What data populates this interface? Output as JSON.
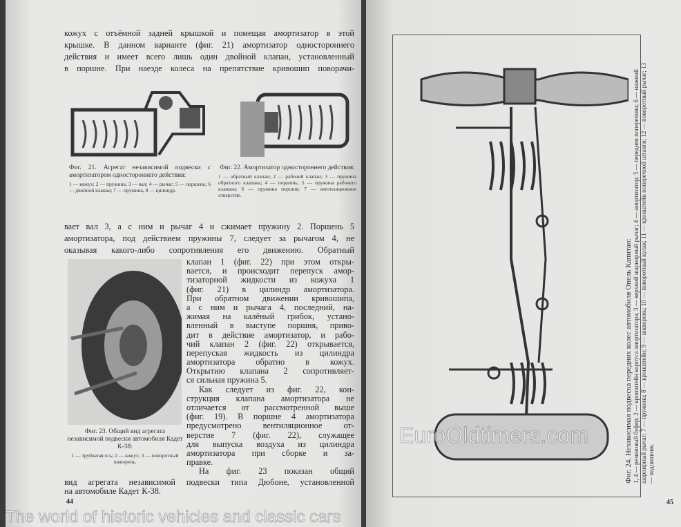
{
  "left_page": {
    "paragraph_1": [
      "кожух с отъёмной задней крышкой и помещая амортизатор в этой",
      "крышке. В данном варианте (фиг. 21) амортизатор одностороннего",
      "действия и имеет всего лишь один двойной клапан, установленный",
      "в поршне. При наезде колеса на препятствие кривошип поворачи-"
    ],
    "fig21": {
      "title": "Фиг. 21. Агрегат независимой подвески с амортизатором одностороннего действия:",
      "legend": "1 — кожух; 2 — пружина; 3 — вал; 4 — рычаг; 5 — поршень; 6 — двойной клапан; 7 — пружина, 8 — цилиндр."
    },
    "fig22": {
      "title": "Фиг. 22. Амортизатор одностороннего действия:",
      "legend": "1 — обратный клапан; 2 — рабочий клапан; 3 — пружина обратного клапана; 4 — поршень; 5 — пружина рабочего клапана; 6 — пружина поршня; 7 — вентиляционное отверстие."
    },
    "paragraph_2": [
      "вает вал 3, а с ним и рычаг 4 и сжимает пружину 2. Поршень 5",
      "амортизатора, под действием пружины 7, следует за рычагом 4, не",
      "оказывая какого-либо сопротивления его движению. Обратный"
    ],
    "paragraph_3": [
      "клапан 1 (фиг. 22) при этом откры-",
      "вается, и происходит перепуск амор-",
      "тизаторной жидкости из кожуха 1",
      "(фиг. 21) в цилиндр амортизатора.",
      "При обратном движении кривошипа,",
      "а с ним и рычага 4, последний, на-",
      "жимая на калёный грибок, устано-",
      "вленный в выступе поршня, приво-",
      "дит в действие амортизатор, и рабо-",
      "чий клапан 2 (фиг. 22) открывается,",
      "перепуская жидкость из цилиндра",
      "амортизатора обратно в кожух.",
      "Открытию клапана 2 сопротивляет-",
      "ся сильная пружина 5."
    ],
    "paragraph_4": [
      "Как следует из фиг. 22, кон-",
      "струкция клапана амортизатора не",
      "отличается от рассмотренной выше",
      "(фиг. 19). В поршне 4 амортизатора",
      "предусмотрено вентиляционное от-",
      "верстие 7 (фиг. 22), служащее",
      "для выпуска воздуха из цилиндра",
      "амортизатора при сборке и за-",
      "правке."
    ],
    "paragraph_5": [
      "На фиг. 23 показан общий",
      "вид агрегата независимой подвески типа Дюбоне, установленной",
      "на автомобиле Кадет К-38."
    ],
    "fig23": {
      "title": "Фиг. 23. Общий вид агрегата независимой подвески автомобиля Кадет К-38:",
      "legend": "1 — трубчатая ось; 2 — кожух; 3 — поворотный шкворень."
    },
    "page_number": "44"
  },
  "right_page": {
    "fig24": {
      "title": "Фиг. 24. Независимая подвеска передних колес автомобиля Опель Капитан:",
      "legend": "1, 4 — резиновый буфер; 2 — кронштейн корпуса амортизатора; 3 — верхний шарнирный рычаг; 4 — амортизатор; 5 — передняя поперечина; 6 — нижний шарнирный рычаг; 7 — пружина; 8 — кронштейн; 9 — шкворень; 10 — поворотный кулак; 11 — кронштейн поперечной штанги; 12 — поворотный рычаг; 13 — подшипник."
    },
    "page_number": "45"
  },
  "watermark": {
    "brand": "EuroOldtimers.com",
    "tagline": "The world of historic vehicles and classic cars"
  }
}
